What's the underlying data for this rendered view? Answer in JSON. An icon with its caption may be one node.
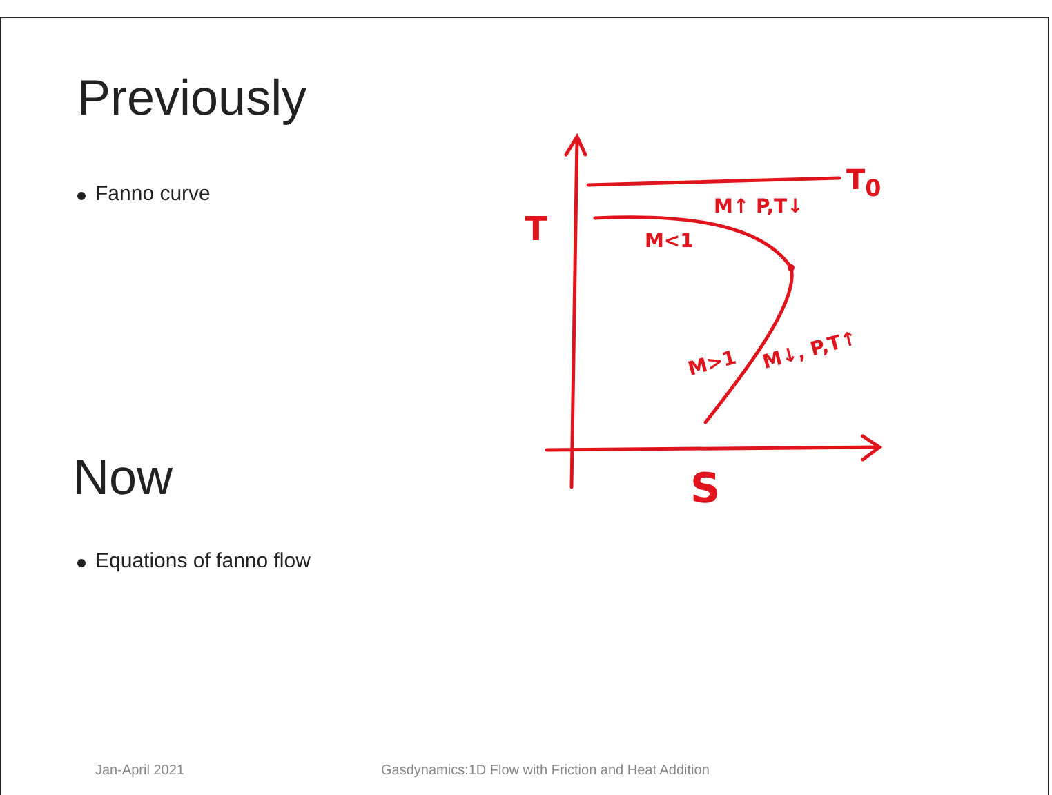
{
  "diagram": {
    "labels": [
      "Previously",
      "Fanno curve",
      "Now",
      "Equations of fanno flow",
      "T",
      "T$_{0}$",
      "M↑ P,T↓",
      "M<1",
      "M>1",
      "M↓, P,T↑",
      "S",
      "Jan-April 2021",
      "Gasdynamics:1D Flow with Friction and Heat Addition"
    ]
  }
}
